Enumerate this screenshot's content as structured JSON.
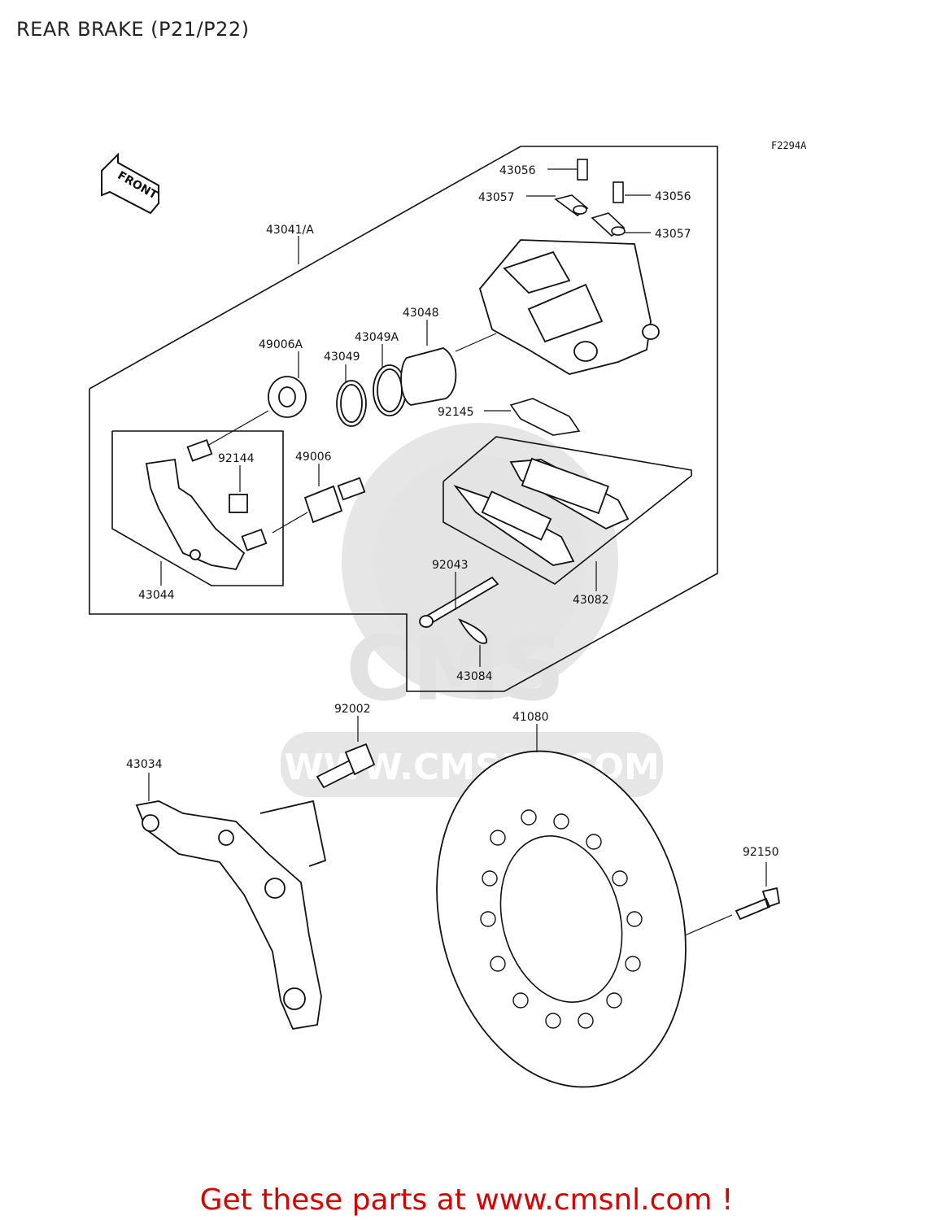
{
  "title": "REAR BRAKE (P21/P22)",
  "reference_code": "F2294A",
  "front_marker": "FRONT",
  "watermark": {
    "brand": "CMS",
    "url": "WWW.CMSNL.COM"
  },
  "parts": [
    {
      "id": "43056a",
      "number": "43056"
    },
    {
      "id": "43057a",
      "number": "43057"
    },
    {
      "id": "43056b",
      "number": "43056"
    },
    {
      "id": "43057b",
      "number": "43057"
    },
    {
      "id": "43041",
      "number": "43041/A"
    },
    {
      "id": "43048",
      "number": "43048"
    },
    {
      "id": "43049A",
      "number": "43049A"
    },
    {
      "id": "49006A",
      "number": "49006A"
    },
    {
      "id": "43049",
      "number": "43049"
    },
    {
      "id": "92145",
      "number": "92145"
    },
    {
      "id": "92144",
      "number": "92144"
    },
    {
      "id": "49006",
      "number": "49006"
    },
    {
      "id": "43044",
      "number": "43044"
    },
    {
      "id": "92043",
      "number": "92043"
    },
    {
      "id": "43082",
      "number": "43082"
    },
    {
      "id": "43084",
      "number": "43084"
    },
    {
      "id": "92002",
      "number": "92002"
    },
    {
      "id": "41080",
      "number": "41080"
    },
    {
      "id": "43034",
      "number": "43034"
    },
    {
      "id": "92150",
      "number": "92150"
    }
  ],
  "footer": "Get these parts at www.cmsnl.com !",
  "colors": {
    "footer": "#d40000",
    "line": "#111111",
    "watermark": "#e4e4e4"
  }
}
